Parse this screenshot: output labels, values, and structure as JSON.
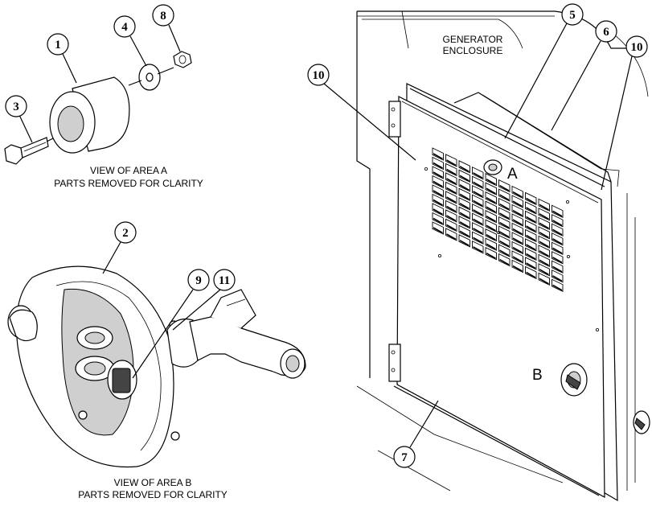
{
  "labels": {
    "generator_enclosure_line1": "GENERATOR",
    "generator_enclosure_line2": "ENCLOSURE",
    "area_a_letter": "A",
    "area_b_letter": "B",
    "view_a_line1": "VIEW OF AREA A",
    "view_a_line2": "PARTS REMOVED FOR CLARITY",
    "view_b_line1": "VIEW OF AREA B",
    "view_b_line2": "PARTS REMOVED FOR CLARITY"
  },
  "callouts": {
    "c1": "1",
    "c2": "2",
    "c3": "3",
    "c4": "4",
    "c5": "5",
    "c6": "6",
    "c7": "7",
    "c8": "8",
    "c9": "9",
    "c10_left": "10",
    "c10_right": "10",
    "c11": "11"
  }
}
